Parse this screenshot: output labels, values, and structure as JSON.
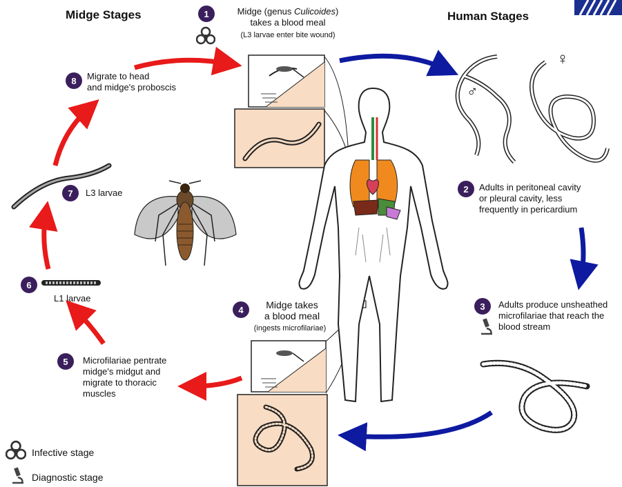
{
  "colors": {
    "human_arrow": "#0e1aa0",
    "midge_arrow": "#e81a1a",
    "badge": "#3a1f5c",
    "panel": "#f8dcc3",
    "lung": "#f08a1e"
  },
  "headings": {
    "midge": "Midge Stages",
    "human": "Human Stages"
  },
  "steps": [
    {
      "num": "1",
      "text_pre": "Midge (genus ",
      "text_italic": "Culicoides",
      "text_post": ")",
      "line2": "takes a blood meal",
      "note": "(L3 larvae enter bite wound)"
    },
    {
      "num": "2",
      "lines": [
        "Adults in peritoneal cavity",
        "or pleural cavity,  less",
        "frequently in pericardium"
      ]
    },
    {
      "num": "3",
      "lines": [
        "Adults produce unsheathed",
        "microfilariae that reach the",
        "blood stream"
      ]
    },
    {
      "num": "4",
      "lines": [
        "Midge takes",
        "a blood meal"
      ],
      "note": "(ingests microfilariae)"
    },
    {
      "num": "5",
      "lines": [
        "Microfilariae pentrate",
        "midge's midgut and",
        "migrate to thoracic",
        "muscles"
      ]
    },
    {
      "num": "6",
      "lines": [
        "L1 larvae"
      ]
    },
    {
      "num": "7",
      "lines": [
        "L3 larvae"
      ]
    },
    {
      "num": "8",
      "lines": [
        "Migrate to head",
        "and midge's proboscis"
      ]
    }
  ],
  "symbols": {
    "male": "♂",
    "female": "♀"
  },
  "legend": [
    {
      "icon": "biohazard-icon",
      "label": "Infective stage"
    },
    {
      "icon": "microscope-icon",
      "label": "Diagnostic stage"
    }
  ]
}
